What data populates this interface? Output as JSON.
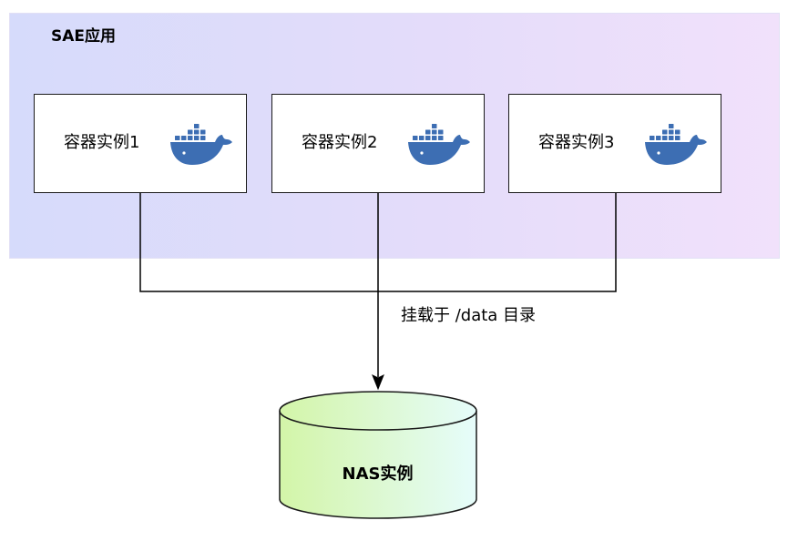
{
  "group": {
    "title": "SAE应用"
  },
  "containers": [
    {
      "label": "容器实例1",
      "icon": "docker-whale-icon"
    },
    {
      "label": "容器实例2",
      "icon": "docker-whale-icon"
    },
    {
      "label": "容器实例3",
      "icon": "docker-whale-icon"
    }
  ],
  "connection": {
    "label": "挂载于 /data 目录"
  },
  "storage": {
    "label": "NAS实例"
  },
  "colors": {
    "group_gradient_start": "#d6dbfb",
    "group_gradient_end": "#f1e1fb",
    "docker_blue": "#3d6eb3",
    "nas_gradient_start": "#d3f5a8",
    "nas_gradient_end": "#e6fcfb",
    "line": "#000000"
  }
}
